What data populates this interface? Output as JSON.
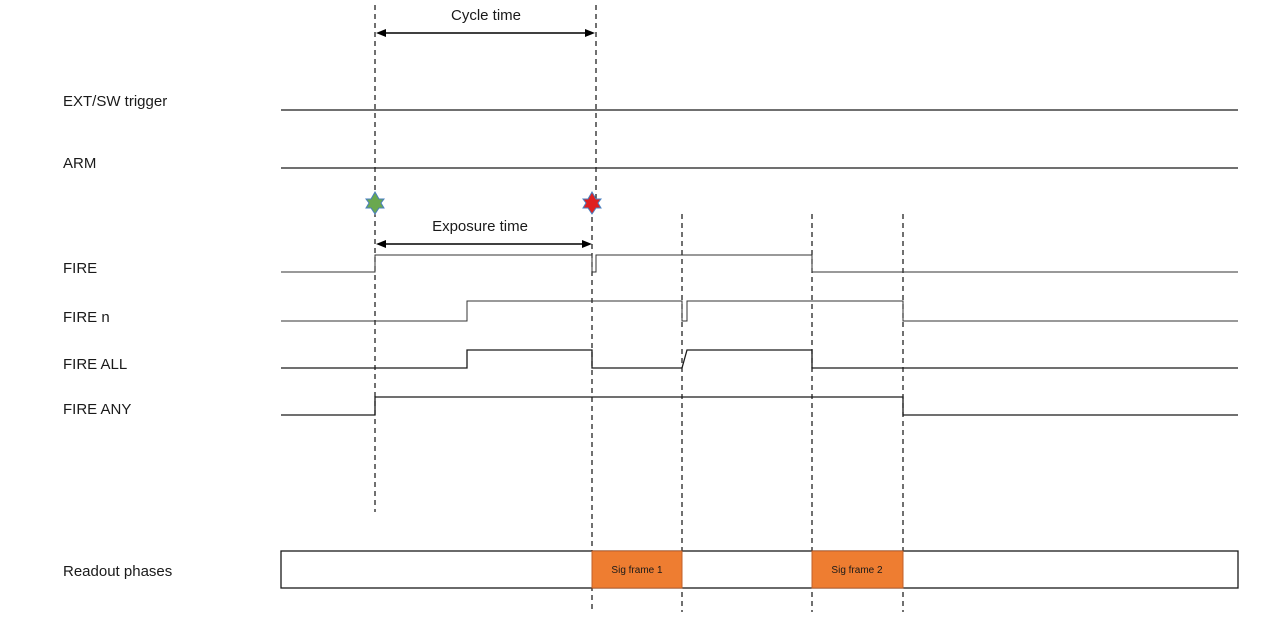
{
  "annotations": {
    "cycle_time": "Cycle time",
    "exposure_time": "Exposure time"
  },
  "signals": [
    {
      "label": "EXT/SW trigger"
    },
    {
      "label": "ARM"
    },
    {
      "label": "FIRE"
    },
    {
      "label": "FIRE n"
    },
    {
      "label": "FIRE ALL"
    },
    {
      "label": "FIRE ANY"
    },
    {
      "label": "Readout phases"
    }
  ],
  "readout_boxes": [
    {
      "label": "Sig frame 1"
    },
    {
      "label": "Sig frame 2"
    }
  ],
  "markers": [
    {
      "name": "start-marker",
      "color": "#6aa84f",
      "stroke": "#4a7fbf"
    },
    {
      "name": "end-marker",
      "color": "#e02020",
      "stroke": "#4a7fbf"
    }
  ],
  "colors": {
    "readout_box_fill": "#ee7d31",
    "readout_box_stroke": "#c0602a"
  }
}
